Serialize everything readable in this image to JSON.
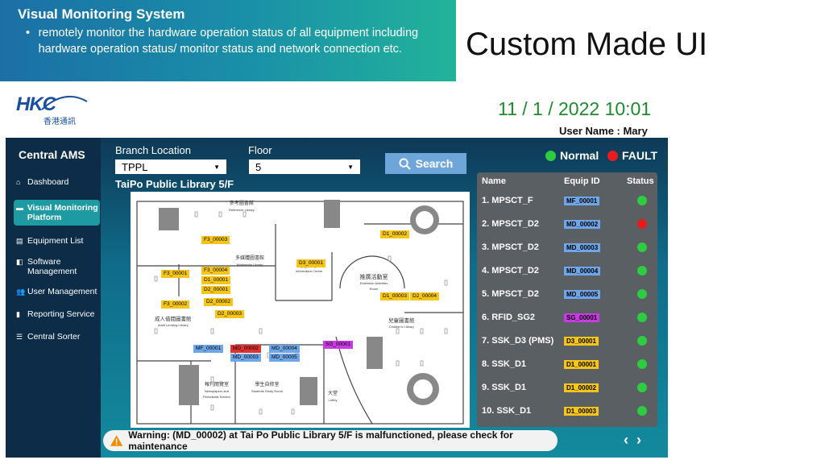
{
  "banner": {
    "title": "Visual Monitoring System",
    "bullet": "•",
    "description": "remotely monitor the hardware operation status of all equipment including hardware operation status/ monitor status and network connection etc."
  },
  "slide_title": "Custom Made UI",
  "logo": {
    "mark": "HKC",
    "subtitle": "香港通訊"
  },
  "header": {
    "datetime": "11 / 1 / 2022 10:01",
    "user": "User Name : Mary"
  },
  "sidebar": {
    "brand": "Central AMS",
    "items": [
      {
        "label": "Dashboard",
        "icon": "home-icon",
        "glyph": "⌂"
      },
      {
        "label": "Visual Monitoring Platform",
        "icon": "monitor-icon",
        "glyph": "▬"
      },
      {
        "label": "Equipment List",
        "icon": "list-icon",
        "glyph": "▤"
      },
      {
        "label": "Software Management",
        "icon": "software-icon",
        "glyph": "◧"
      },
      {
        "label": "User Management",
        "icon": "users-icon",
        "glyph": "👥"
      },
      {
        "label": "Reporting Service",
        "icon": "report-icon",
        "glyph": "▮"
      },
      {
        "label": "Central Sorter",
        "icon": "sorter-icon",
        "glyph": "☰"
      }
    ]
  },
  "filters": {
    "branch_label": "Branch Location",
    "branch_value": "TPPL",
    "floor_label": "Floor",
    "floor_value": "5",
    "search_label": "Search"
  },
  "map": {
    "title": "TaiPo Public Library 5/F",
    "rooms": {
      "reference": "參考圖書館",
      "reference_en": "Reference Library",
      "multimedia": "多媒體圖書館",
      "multimedia_en": "Multimedia Library",
      "info": "資訊中心",
      "info_en": "Information Centre",
      "extension": "推廣活動室",
      "extension_en": "Extension Activities Room",
      "adult": "成人借閱圖書館",
      "adult_en": "Adult Lending Library",
      "children": "兒童圖書館",
      "children_en": "Children's Library",
      "newspaper": "報刊閱覽室",
      "newspaper_en": "Newspapers and Periodicals Section",
      "study": "學生自修室",
      "study_en": "Students Study Room",
      "lobby": "大堂",
      "lobby_en": "Lobby"
    },
    "tags": [
      {
        "id": "F3_00003",
        "color": "#f5c518"
      },
      {
        "id": "D1_00002",
        "color": "#f5c518"
      },
      {
        "id": "D3_00001",
        "color": "#f5c518"
      },
      {
        "id": "F3_00004",
        "color": "#f5c518"
      },
      {
        "id": "F3_00001",
        "color": "#f5c518"
      },
      {
        "id": "D1_00001",
        "color": "#f5c518"
      },
      {
        "id": "D2_00001",
        "color": "#f5c518"
      },
      {
        "id": "D1_00003",
        "color": "#f5c518"
      },
      {
        "id": "D2_00004",
        "color": "#f5c518"
      },
      {
        "id": "D2_00002",
        "color": "#f5c518"
      },
      {
        "id": "F3_00002",
        "color": "#f5c518"
      },
      {
        "id": "D2_00003",
        "color": "#f5c518"
      },
      {
        "id": "SG_00001",
        "color": "#c83be0"
      },
      {
        "id": "MF_00001",
        "color": "#6fa6e8"
      },
      {
        "id": "MD_00002",
        "color": "#e03131"
      },
      {
        "id": "MD_00004",
        "color": "#6fa6e8"
      },
      {
        "id": "MD_00003",
        "color": "#6fa6e8"
      },
      {
        "id": "MD_00005",
        "color": "#6fa6e8"
      }
    ]
  },
  "legend": {
    "normal_label": "Normal",
    "normal_color": "#2ecc40",
    "fault_label": "FAULT",
    "fault_color": "#e81c1c"
  },
  "status_table": {
    "headers": [
      "Name",
      "Equip ID",
      "Status"
    ],
    "rows": [
      {
        "name": "1. MPSCT_F",
        "equip": "MF_00001",
        "equip_color": "#6fa6e8",
        "status": "normal"
      },
      {
        "name": "2. MPSCT_D2",
        "equip": "MD_00002",
        "equip_color": "#6fa6e8",
        "status": "fault"
      },
      {
        "name": "3. MPSCT_D2",
        "equip": "MD_00003",
        "equip_color": "#6fa6e8",
        "status": "normal"
      },
      {
        "name": "4. MPSCT_D2",
        "equip": "MD_00004",
        "equip_color": "#6fa6e8",
        "status": "normal"
      },
      {
        "name": "5. MPSCT_D2",
        "equip": "MD_00005",
        "equip_color": "#6fa6e8",
        "status": "normal"
      },
      {
        "name": "6. RFID_SG2",
        "equip": "SG_00001",
        "equip_color": "#c83be0",
        "status": "normal"
      },
      {
        "name": "7. SSK_D3 (PMS)",
        "equip": "D3_00001",
        "equip_color": "#f5c518",
        "status": "normal"
      },
      {
        "name": "8. SSK_D1",
        "equip": "D1_00001",
        "equip_color": "#f5c518",
        "status": "normal"
      },
      {
        "name": "9. SSK_D1",
        "equip": "D1_00002",
        "equip_color": "#f5c518",
        "status": "normal"
      },
      {
        "name": "10. SSK_D1",
        "equip": "D1_00003",
        "equip_color": "#f5c518",
        "status": "normal"
      }
    ]
  },
  "warning": {
    "text": "Warning: (MD_00002) at Tai Po Public Library 5/F is malfunctioned, please check for maintenance",
    "icon": "warning-icon"
  },
  "pager": {
    "prev": "‹",
    "next": "›"
  }
}
